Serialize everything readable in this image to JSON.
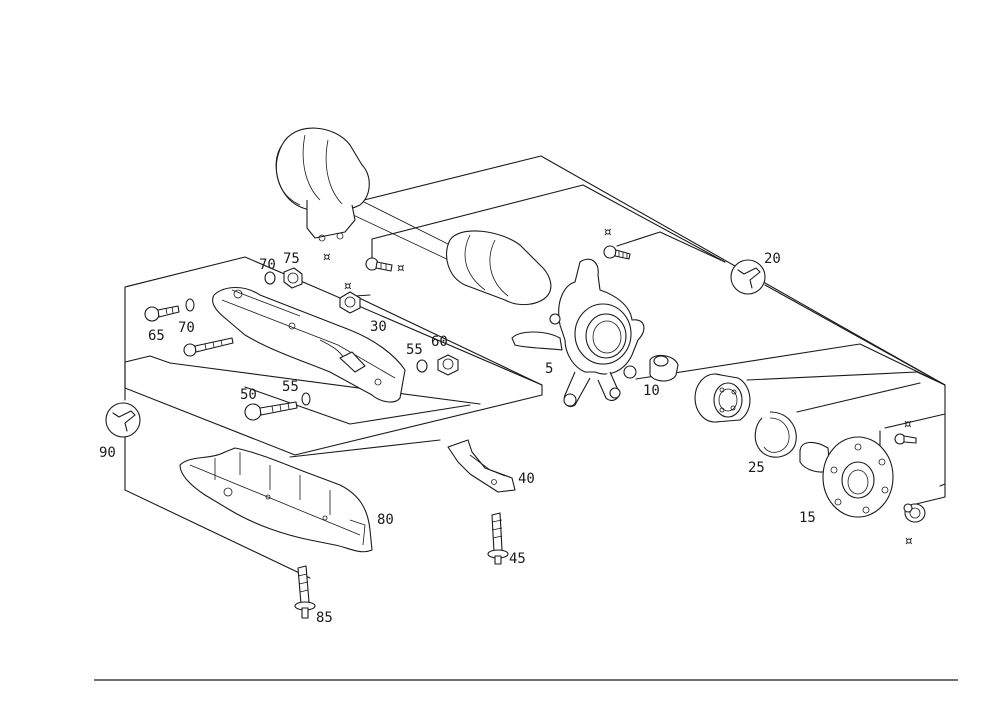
{
  "diagram": {
    "labels": {
      "p5": "5",
      "p10": "10",
      "p15": "15",
      "p20": "20",
      "p25": "25",
      "p30": "30",
      "p40": "40",
      "p45": "45",
      "p50": "50",
      "p55a": "55",
      "p55b": "55",
      "p60": "60",
      "p65": "65",
      "p70a": "70",
      "p70b": "70",
      "p75": "75",
      "p80": "80",
      "p85": "85",
      "p90": "90"
    },
    "symbols": {
      "not_reused": "¤"
    },
    "icons": [
      "wrench-icon"
    ],
    "colors": {
      "ink": "#1a1a1a",
      "background": "#ffffff"
    }
  }
}
